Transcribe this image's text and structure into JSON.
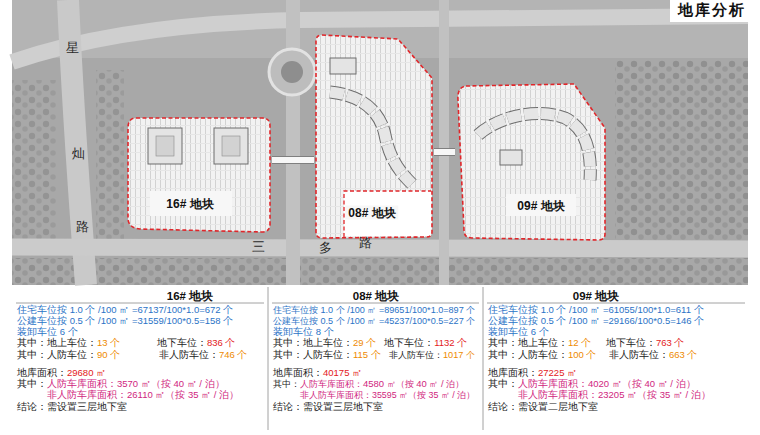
{
  "diagram": {
    "title": "地库分析",
    "nodes": [
      {
        "text": [
          "16# 地块"
        ]
      },
      {
        "text": [
          "08# 地块"
        ]
      },
      {
        "text": [
          "09# 地块"
        ]
      }
    ],
    "edges": [
      {
        "from": 0,
        "to": 1,
        "arrow": "none"
      },
      {
        "from": 1,
        "to": 2,
        "arrow": "none"
      }
    ],
    "labels": [
      "星",
      "灿",
      "路",
      "三",
      "多",
      "路",
      "16# 地块",
      "住宅车位按 1.0 个 /100 ㎡ =67137/100*1.0=672 个",
      "公建车位按 0.5 个 /100 ㎡ =31559/100*0.5=158 个",
      "装卸车位 6 个",
      "其中：地上车位：",
      "13 个",
      "地下车位：",
      "836 个",
      "其中：人防车位：",
      "90 个",
      "非人防车位：",
      "746 个",
      "地库面积：",
      "29680 ㎡",
      "其中：",
      "人防车库面积：3570 ㎡（按 40 ㎡ / 泊）",
      "非人防车库面积：26110 ㎡（按 35 ㎡ / 泊）",
      "结论：需设置三层地下室",
      "08# 地块",
      "住宅车位按 1.0 个 /100 ㎡ =89651/100*1.0=897 个",
      "公建车位按 0.5 个 /100 ㎡ =45237/100*0.5=227 个",
      "装卸车位 8 个",
      "其中：地上车位：",
      "29 个",
      "地下车位：",
      "1132 个",
      "其中：人防车位：",
      "115 个",
      "非人防车位：",
      "1017 个",
      "地库面积：",
      "40175 ㎡",
      "其中：",
      "人防车库面积：4580 ㎡（按 40 ㎡ / 泊）",
      "非人防车库面积：35595 ㎡（按 35 ㎡ / 泊）",
      "结论：需设置三层地下室",
      "09# 地块",
      "住宅车位按 1.0 个 /100 ㎡ =61055/100*1.0=611 个",
      "公建车位按 0.5 个 /100 ㎡ =29166/100*0.5=146 个",
      "装卸车位 6 个",
      "其中：地上车位：",
      "12 个",
      "地下车位：",
      "763 个",
      "其中：人防车位：",
      "100 个",
      "非人防车位：",
      "663 个",
      "地库面积：",
      "27225 ㎡",
      "其中：",
      "人防车库面积：4020 ㎡（按 40 ㎡ / 泊）",
      "非人防车库面积：23205 ㎡（按 35 ㎡ / 泊）",
      "结论：需设置二层地下室"
    ]
  }
}
